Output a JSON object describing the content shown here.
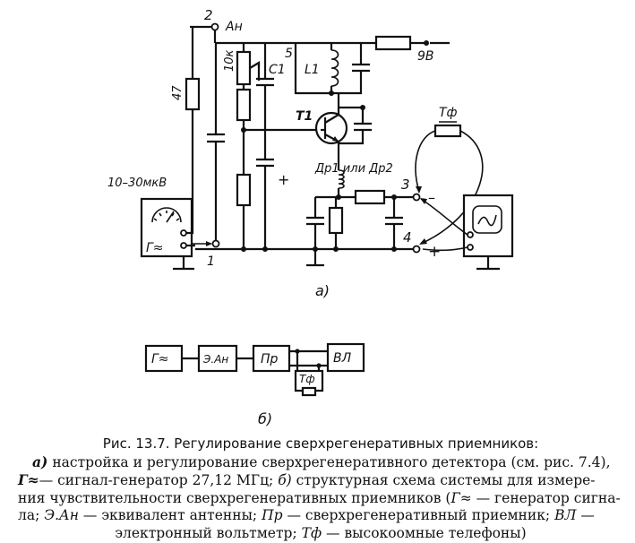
{
  "figure_a": {
    "point_2": "2",
    "point_an": "Ан",
    "resistor_47": "47",
    "resistor_10k": "10к",
    "label_5": "5",
    "label_c1": "С1",
    "label_l1": "L1",
    "supply_9v": "9В",
    "label_t1": "Т1",
    "label_tf": "Тф",
    "label_dr": "Др1  или Др2",
    "point_3": "3",
    "point_4": "4",
    "point_1": "1",
    "minus_sign": "–",
    "plus_sign": "+",
    "cap_plus": "+",
    "generator_level": "10–30мкВ",
    "generator_symbol": "Г≈",
    "sublabel_a": "а)"
  },
  "figure_b": {
    "block_generator": "Г≈",
    "block_antenna": "Э.Ан",
    "block_receiver": "Пр",
    "block_voltmeter": "ВЛ",
    "block_phones": "Тф",
    "sublabel_b": "б)"
  },
  "caption": {
    "line1": "Рис. 13.7. Регулирование сверхрегенеративных приемников:",
    "line2_a": "а)",
    "line2": " настройка и регулирование сверхрегенеративного детектора (см. рис. 7.4),",
    "line3_g": "Г≈",
    "line3": "— сигнал-генератор 27,12 МГц;",
    "line3_b": " б)",
    "line3_rest": " структурная схема системы для измере-",
    "line4": "ния чувствительности сверхрегенеративных приемников (",
    "line4_g": "Г≈",
    "line4_rest": " — генератор сигна-",
    "line5_start": "ла;  ",
    "line5_ean": "Э.Ан",
    "line5_mid1": " — эквивалент антенны;  ",
    "line5_pr": "Пр",
    "line5_mid2": " — сверхрегенеративный приемник;  ",
    "line5_vl": "ВЛ",
    "line5_end": " —",
    "line6_start": "электронный вольтметр; ",
    "line6_tf": "Тф",
    "line6_end": " — высокоомные телефоны)"
  }
}
